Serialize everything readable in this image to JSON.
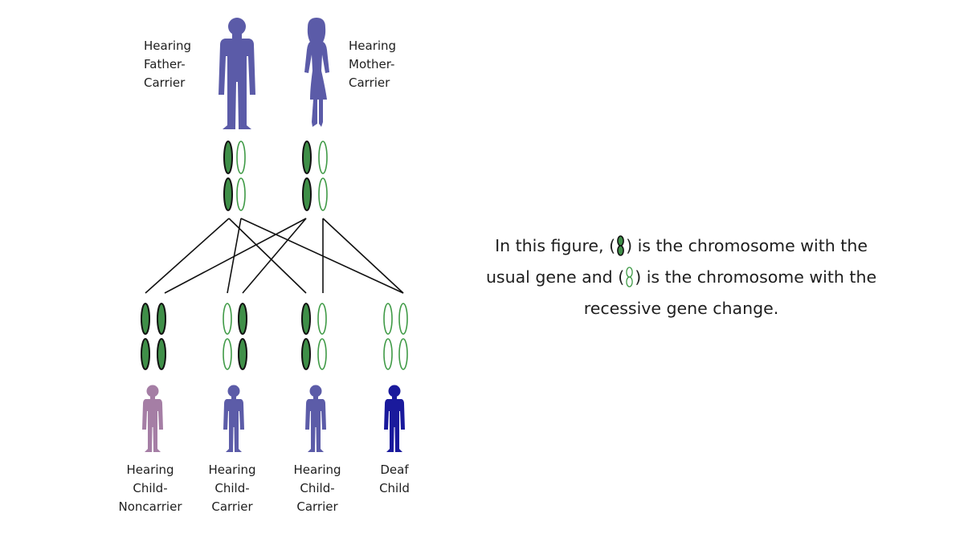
{
  "parents": {
    "father": {
      "label_lines": [
        "Hearing",
        "Father-",
        "Carrier"
      ],
      "color": "#5b5ba8"
    },
    "mother": {
      "label_lines": [
        "Hearing",
        "Mother-",
        "Carrier"
      ],
      "color": "#5b5ba8"
    }
  },
  "children": [
    {
      "label_lines": [
        "Hearing",
        "Child-",
        "Noncarrier"
      ],
      "color": "#a57ea5",
      "chromosomes": [
        "usual",
        "usual"
      ]
    },
    {
      "label_lines": [
        "Hearing",
        "Child-",
        "Carrier"
      ],
      "color": "#5c5ca8",
      "chromosomes": [
        "recessive",
        "usual"
      ]
    },
    {
      "label_lines": [
        "Hearing",
        "Child-",
        "Carrier"
      ],
      "color": "#5c5ca8",
      "chromosomes": [
        "usual",
        "recessive"
      ]
    },
    {
      "label_lines": [
        "Deaf",
        "Child"
      ],
      "color": "#1a1a9c",
      "chromosomes": [
        "recessive",
        "recessive"
      ]
    }
  ],
  "explanation": {
    "part1": "In this figure, (",
    "part2": ") is the chromosome with the",
    "part3": "usual gene and (",
    "part4": ") is the chromosome with the",
    "part5": "recessive gene change."
  },
  "colors": {
    "usual_fill": "#3f8f48",
    "usual_stroke": "#111111",
    "recessive_stroke": "#3f9a46",
    "line": "#111111"
  },
  "icons": {
    "father": "standing-man-icon",
    "mother": "standing-woman-icon",
    "child": "child-icon",
    "usual_chromosome": "filled-chromosome-icon",
    "recessive_chromosome": "outline-chromosome-icon"
  }
}
